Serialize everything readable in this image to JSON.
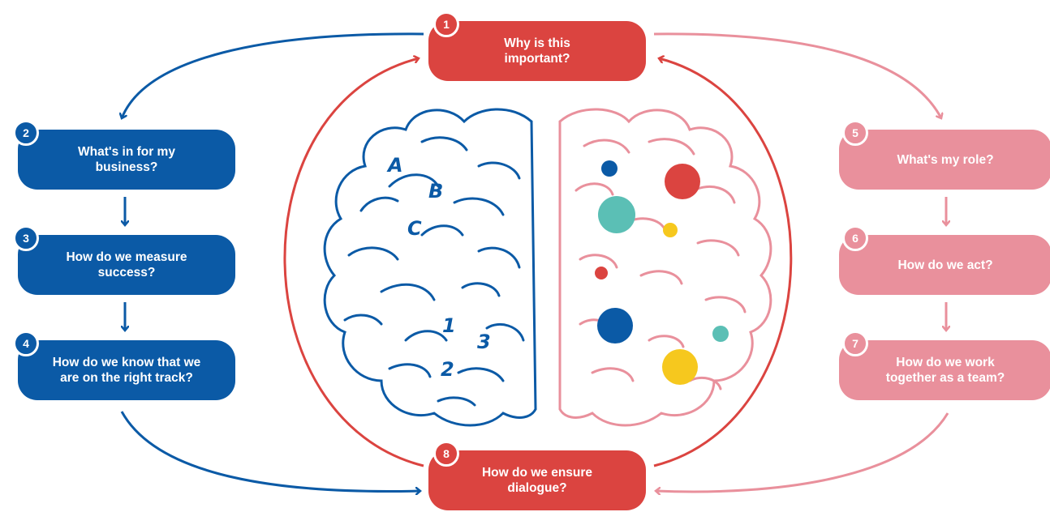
{
  "colors": {
    "red": "#DB4440",
    "blue": "#0B5AA6",
    "pink": "#E9909C",
    "teal": "#5BBFB5",
    "yellow": "#F6C81E"
  },
  "nodes": [
    {
      "id": "n1",
      "number": "1",
      "label": "Why is this\nimportant?",
      "color": "red"
    },
    {
      "id": "n2",
      "number": "2",
      "label": "What's in for my\nbusiness?",
      "color": "blue"
    },
    {
      "id": "n3",
      "number": "3",
      "label": "How do we measure\nsuccess?",
      "color": "blue"
    },
    {
      "id": "n4",
      "number": "4",
      "label": "How do we know that we\nare on the right track?",
      "color": "blue"
    },
    {
      "id": "n5",
      "number": "5",
      "label": "What's my role?",
      "color": "pink"
    },
    {
      "id": "n6",
      "number": "6",
      "label": "How do we act?",
      "color": "pink"
    },
    {
      "id": "n7",
      "number": "7",
      "label": "How do we work\ntogether as a team?",
      "color": "pink"
    },
    {
      "id": "n8",
      "number": "8",
      "label": "How do we ensure\ndialogue?",
      "color": "red"
    }
  ],
  "left_brain_labels": [
    "A",
    "B",
    "C",
    "1",
    "2",
    "3"
  ],
  "right_brain_dots": [
    {
      "color": "blue"
    },
    {
      "color": "red"
    },
    {
      "color": "teal"
    },
    {
      "color": "yellow"
    },
    {
      "color": "red"
    },
    {
      "color": "blue"
    },
    {
      "color": "teal"
    },
    {
      "color": "yellow"
    }
  ]
}
